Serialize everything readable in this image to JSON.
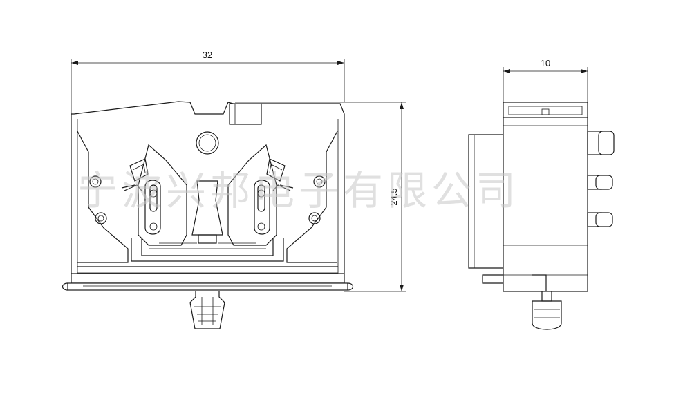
{
  "dimensions": {
    "front_width": "32",
    "front_height": "24.5",
    "side_width": "10"
  },
  "watermark": {
    "text": "宁波兴邦电子有限公司"
  },
  "colors": {
    "line": "#1a1a1a",
    "watermark": "#c8c8c8",
    "background": "#ffffff"
  }
}
